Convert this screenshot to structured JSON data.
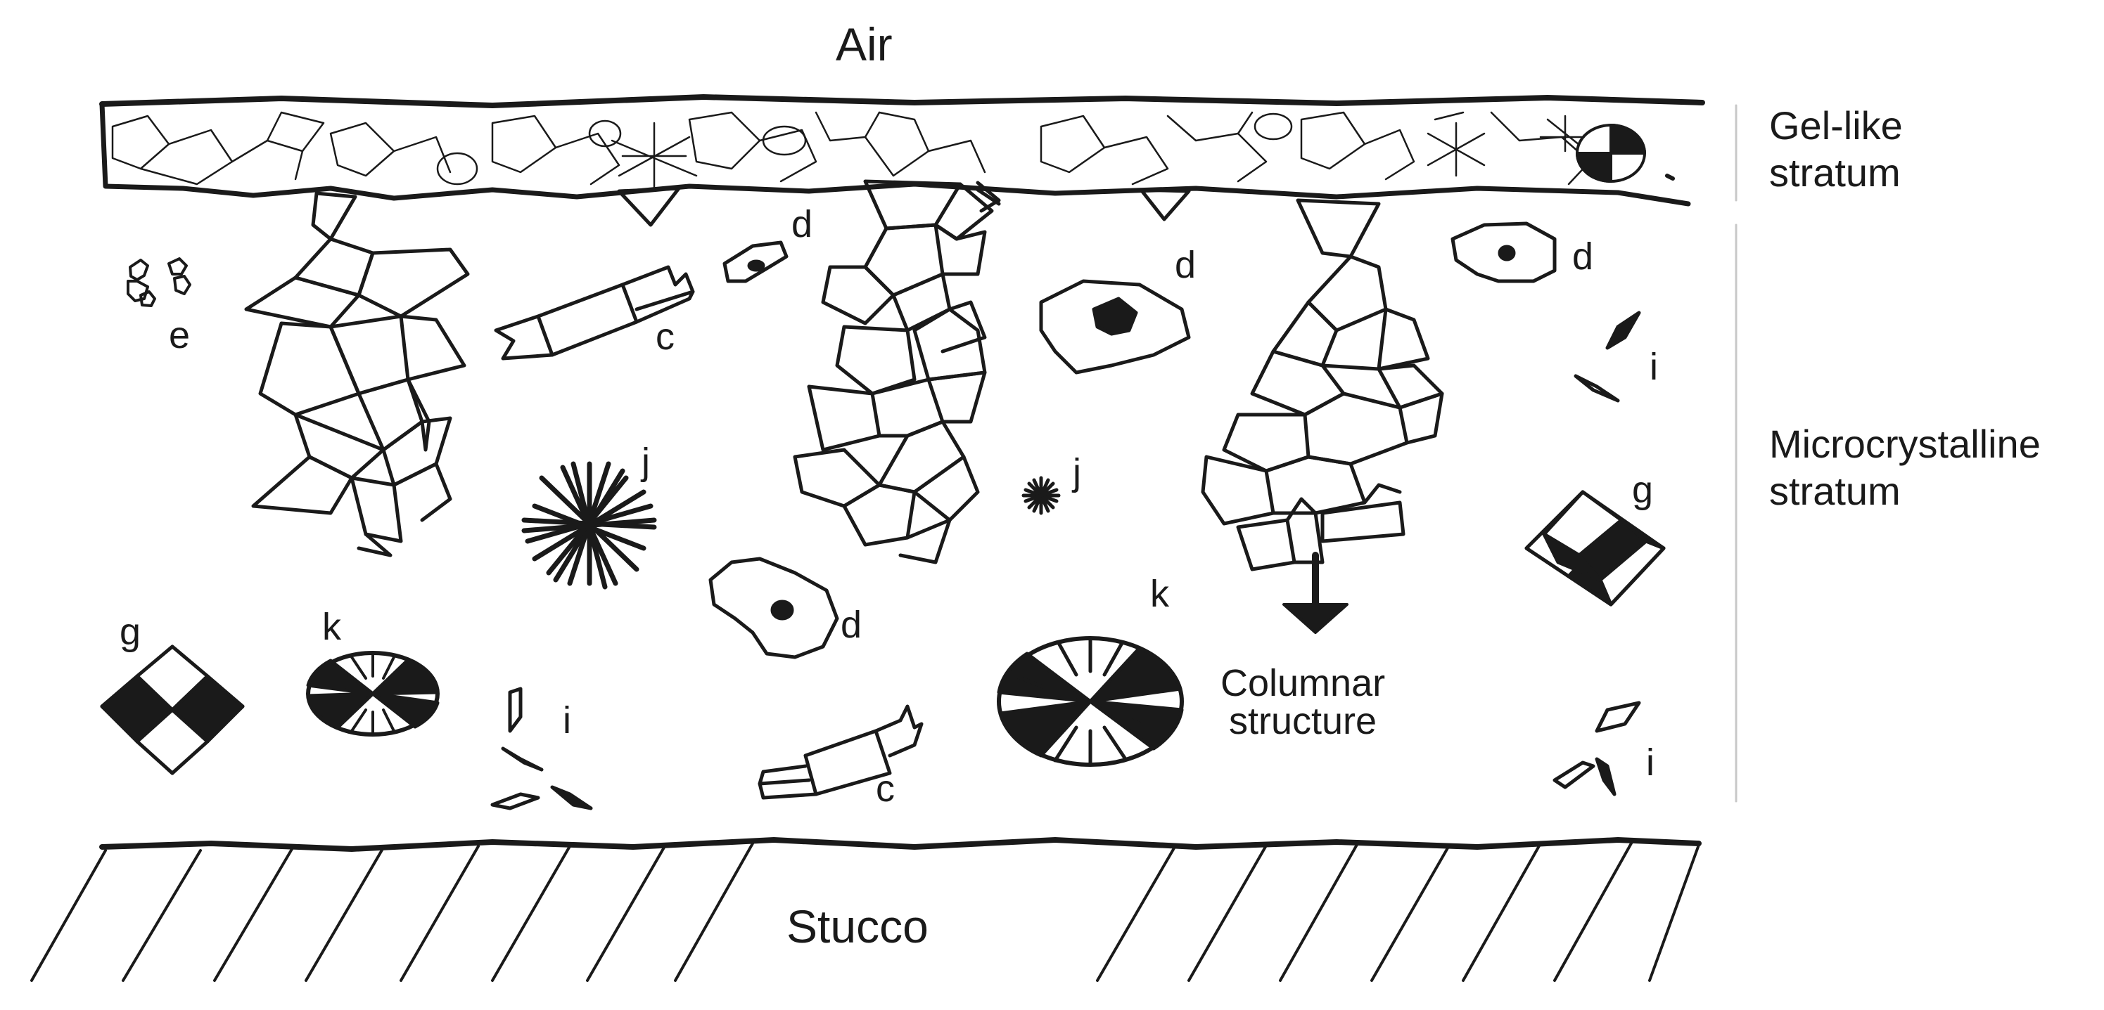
{
  "labels": {
    "air": "Air",
    "stucco": "Stucco",
    "gel_line1": "Gel-like",
    "gel_line2": "stratum",
    "micro_line1": "Microcrystalline",
    "micro_line2": "stratum",
    "columnar_line1": "Columnar",
    "columnar_line2": "structure"
  },
  "markers": {
    "c": "c",
    "d": "d",
    "e": "e",
    "g": "g",
    "i": "i",
    "j": "j",
    "k": "k"
  },
  "colors": {
    "ink": "#1a1a1a",
    "divider": "#c8c8c8",
    "background": "#ffffff"
  }
}
